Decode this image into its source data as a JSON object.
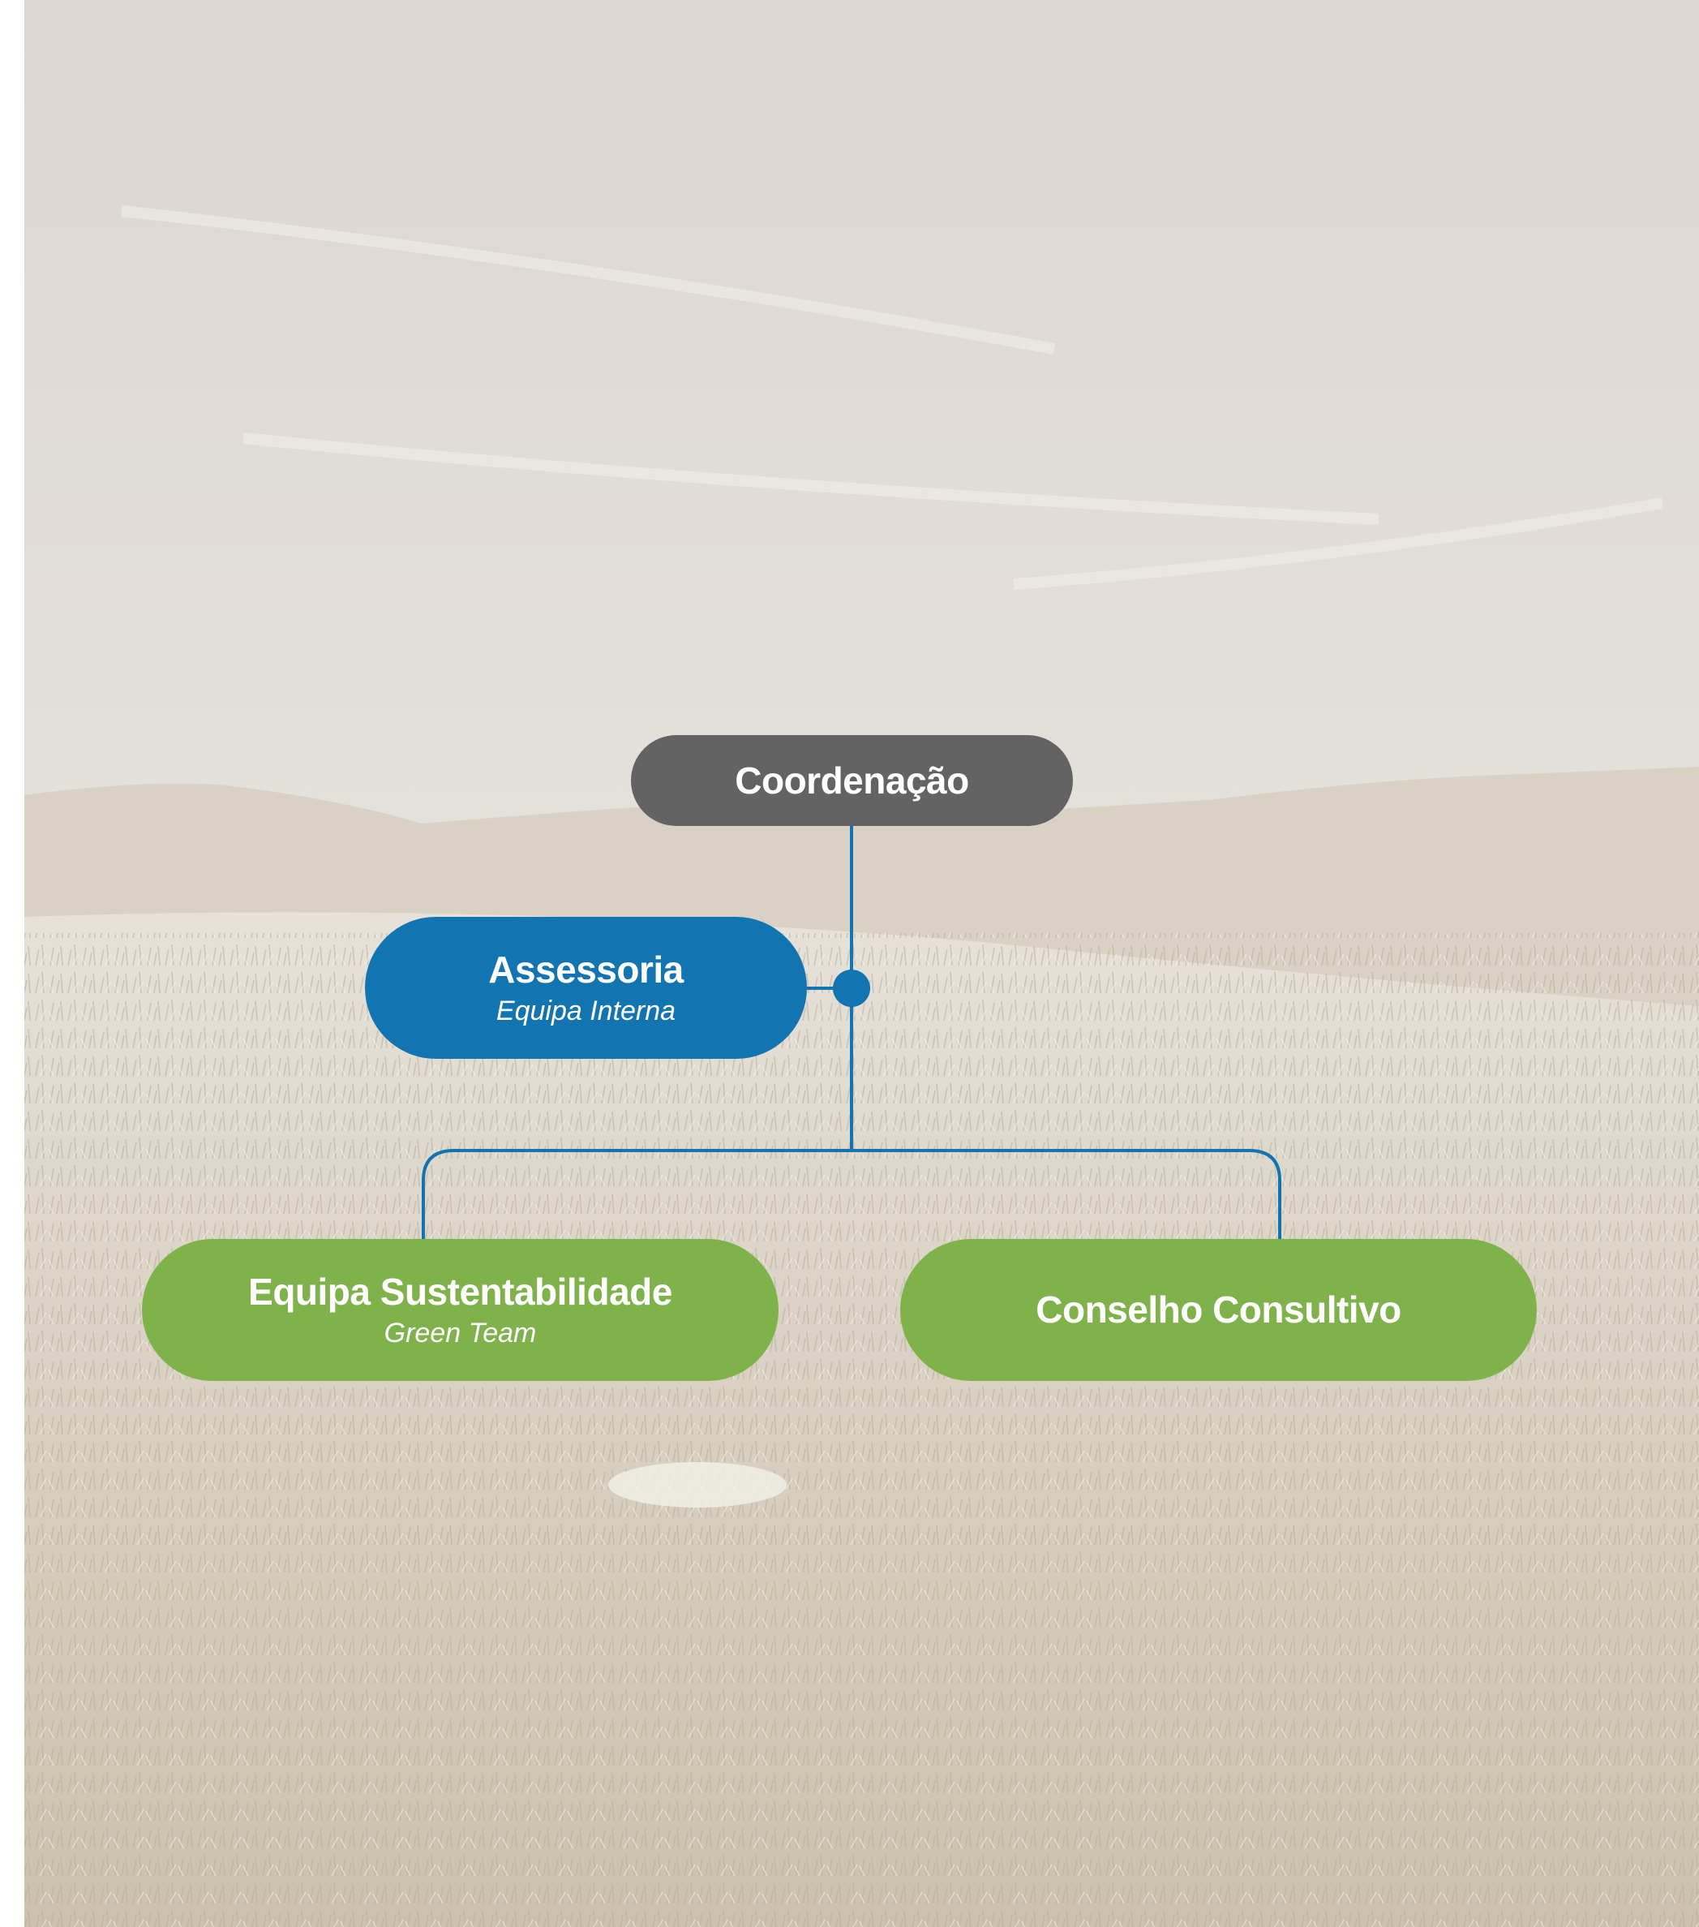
{
  "diagram": {
    "type": "org-chart",
    "nodes": {
      "coordenacao": {
        "title": "Coordenação"
      },
      "assessoria": {
        "title": "Assessoria",
        "subtitle": "Equipa Interna"
      },
      "sustentabilidade": {
        "title": "Equipa Sustentabilidade",
        "subtitle": "Green Team"
      },
      "conselho": {
        "title": "Conselho Consultivo"
      }
    },
    "edges": [
      [
        "coordenacao",
        "assessoria"
      ],
      [
        "coordenacao",
        "sustentabilidade"
      ],
      [
        "coordenacao",
        "conselho"
      ]
    ]
  },
  "colors": {
    "coordination": "#636363",
    "advisory": "#1274b0",
    "teams": "#80b24b",
    "connector": "#1274b0",
    "sky": "#e4e0dc",
    "field": "#cfc6b5"
  }
}
